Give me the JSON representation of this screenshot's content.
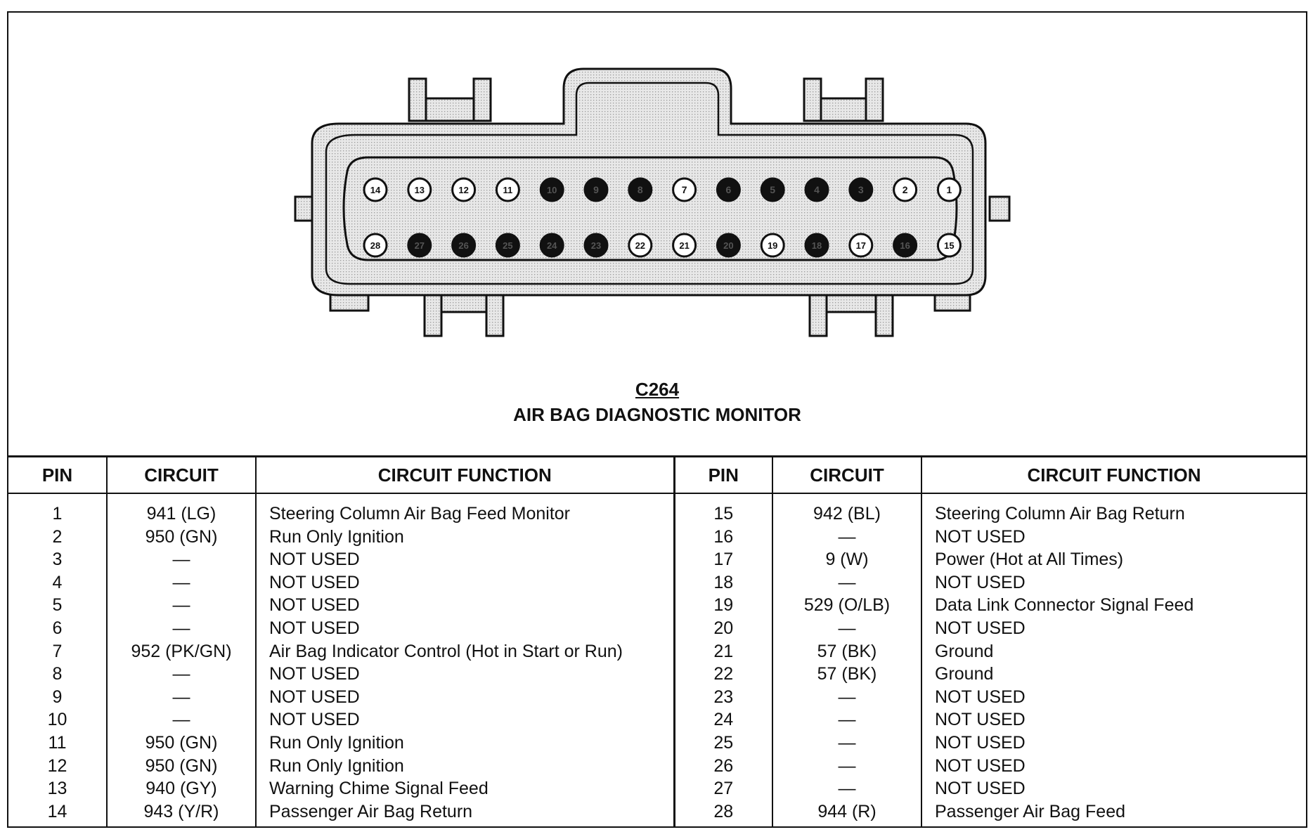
{
  "connector": {
    "code": "C264",
    "name": "AIR BAG DIAGNOSTIC MONITOR",
    "colors": {
      "fill": "#e3e3e3",
      "outline": "#111111",
      "cavity_open": "#ffffff",
      "cavity_filled": "#111111"
    },
    "top_row": [
      {
        "label": "14",
        "open": true
      },
      {
        "label": "13",
        "open": true
      },
      {
        "label": "12",
        "open": true
      },
      {
        "label": "11",
        "open": true
      },
      {
        "label": "10",
        "open": false
      },
      {
        "label": "9",
        "open": false
      },
      {
        "label": "8",
        "open": false
      },
      {
        "label": "7",
        "open": true
      },
      {
        "label": "6",
        "open": false
      },
      {
        "label": "5",
        "open": false
      },
      {
        "label": "4",
        "open": false
      },
      {
        "label": "3",
        "open": false
      },
      {
        "label": "2",
        "open": true
      },
      {
        "label": "1",
        "open": true
      }
    ],
    "bottom_row": [
      {
        "label": "28",
        "open": true
      },
      {
        "label": "27",
        "open": false
      },
      {
        "label": "26",
        "open": false
      },
      {
        "label": "25",
        "open": false
      },
      {
        "label": "24",
        "open": false
      },
      {
        "label": "23",
        "open": false
      },
      {
        "label": "22",
        "open": true
      },
      {
        "label": "21",
        "open": true
      },
      {
        "label": "20",
        "open": false
      },
      {
        "label": "19",
        "open": true
      },
      {
        "label": "18",
        "open": false
      },
      {
        "label": "17",
        "open": true
      },
      {
        "label": "16",
        "open": false
      },
      {
        "label": "15",
        "open": true
      }
    ]
  },
  "table": {
    "headers": [
      "PIN",
      "CIRCUIT",
      "CIRCUIT FUNCTION",
      "PIN",
      "CIRCUIT",
      "CIRCUIT FUNCTION"
    ],
    "left": [
      {
        "pin": "1",
        "circuit": "941 (LG)",
        "function": "Steering Column Air Bag Feed Monitor"
      },
      {
        "pin": "2",
        "circuit": "950 (GN)",
        "function": "Run Only Ignition"
      },
      {
        "pin": "3",
        "circuit": "—",
        "function": "NOT USED"
      },
      {
        "pin": "4",
        "circuit": "—",
        "function": "NOT USED"
      },
      {
        "pin": "5",
        "circuit": "—",
        "function": "NOT USED"
      },
      {
        "pin": "6",
        "circuit": "—",
        "function": "NOT USED"
      },
      {
        "pin": "7",
        "circuit": "952 (PK/GN)",
        "function": "Air  Bag Indicator Control (Hot in Start or Run)"
      },
      {
        "pin": "8",
        "circuit": "—",
        "function": "NOT USED"
      },
      {
        "pin": "9",
        "circuit": "—",
        "function": "NOT USED"
      },
      {
        "pin": "10",
        "circuit": "—",
        "function": "NOT USED"
      },
      {
        "pin": "11",
        "circuit": "950 (GN)",
        "function": "Run Only Ignition"
      },
      {
        "pin": "12",
        "circuit": "950 (GN)",
        "function": "Run Only Ignition"
      },
      {
        "pin": "13",
        "circuit": "940 (GY)",
        "function": "Warning Chime Signal Feed"
      },
      {
        "pin": "14",
        "circuit": "943 (Y/R)",
        "function": "Passenger Air Bag Return"
      }
    ],
    "right": [
      {
        "pin": "15",
        "circuit": "942 (BL)",
        "function": "Steering Column Air Bag Return"
      },
      {
        "pin": "16",
        "circuit": "—",
        "function": "NOT USED"
      },
      {
        "pin": "17",
        "circuit": "9 (W)",
        "function": "Power (Hot at All Times)"
      },
      {
        "pin": "18",
        "circuit": "—",
        "function": "NOT USED"
      },
      {
        "pin": "19",
        "circuit": "529 (O/LB)",
        "function": "Data Link Connector Signal Feed"
      },
      {
        "pin": "20",
        "circuit": "—",
        "function": "NOT USED"
      },
      {
        "pin": "21",
        "circuit": "57 (BK)",
        "function": "Ground"
      },
      {
        "pin": "22",
        "circuit": "57 (BK)",
        "function": "Ground"
      },
      {
        "pin": "23",
        "circuit": "—",
        "function": "NOT USED"
      },
      {
        "pin": "24",
        "circuit": "—",
        "function": "NOT USED"
      },
      {
        "pin": "25",
        "circuit": "—",
        "function": "NOT USED"
      },
      {
        "pin": "26",
        "circuit": "—",
        "function": "NOT USED"
      },
      {
        "pin": "27",
        "circuit": "—",
        "function": "NOT USED"
      },
      {
        "pin": "28",
        "circuit": "944 (R)",
        "function": "Passenger Air Bag Feed"
      }
    ]
  }
}
